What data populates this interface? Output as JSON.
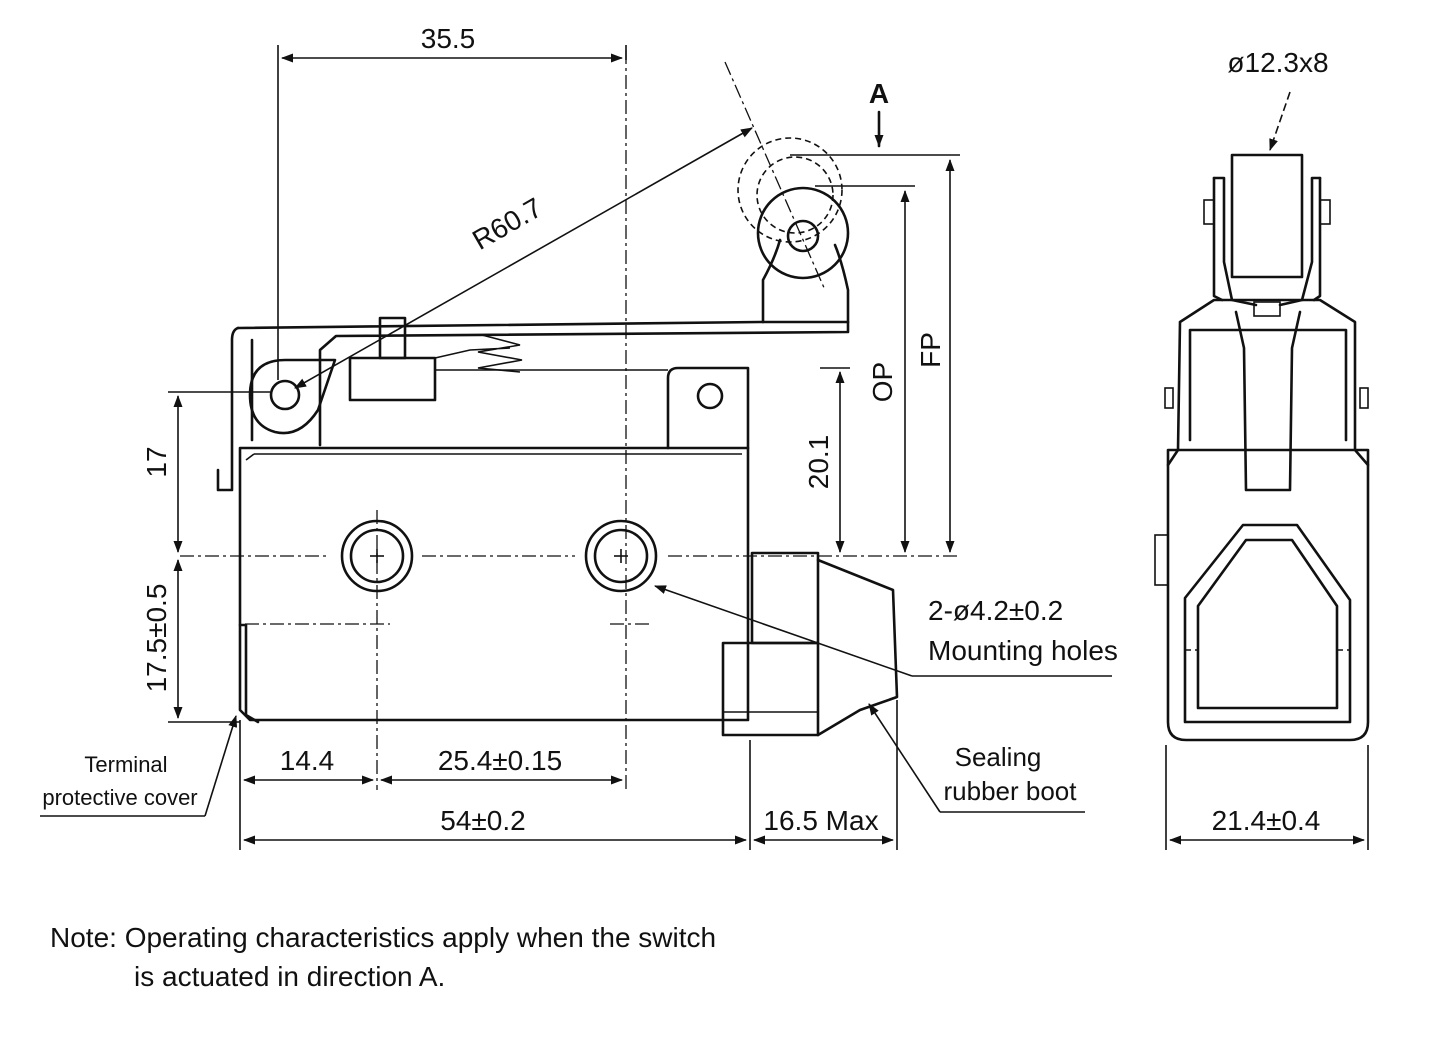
{
  "drawing": {
    "dimensions": {
      "overall_width_top": "35.5",
      "lever_radius": "R60.7",
      "direction_label": "A",
      "op_label": "OP",
      "fp_label": "FP",
      "height_17": "17",
      "height_20_1": "20.1",
      "height_17_5": "17.5±0.5",
      "hole_offset": "14.4",
      "hole_spacing": "25.4±0.15",
      "body_length": "54±0.2",
      "boot_length": "16.5 Max",
      "side_width": "21.4±0.4",
      "roller_size": "ø12.3x8"
    },
    "callouts": {
      "mounting_holes_spec": "2-ø4.2±0.2",
      "mounting_holes_label": "Mounting holes",
      "boot_line1": "Sealing",
      "boot_line2": "rubber boot",
      "cover_line1": "Terminal",
      "cover_line2": "protective cover"
    },
    "note": {
      "line1": "Note:  Operating characteristics apply when the switch",
      "line2": "is actuated in direction A."
    }
  }
}
